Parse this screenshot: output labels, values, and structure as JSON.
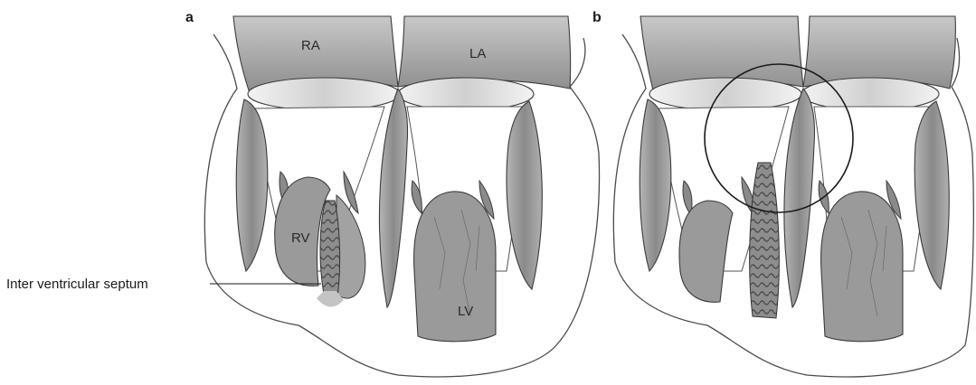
{
  "panels": [
    {
      "letter": "a",
      "chambers": {
        "right_atrium": "RA",
        "left_atrium": "LA",
        "right_ventricle": "RV",
        "left_ventricle": "LV"
      }
    },
    {
      "letter": "b"
    }
  ],
  "callout": {
    "label": "Inter ventricular septum"
  },
  "colors": {
    "tissue_fill": "#9c9c9c",
    "tissue_dark": "#6f6f6f",
    "outline": "#333333",
    "valve_ring": "#e6e6e6",
    "background": "#ffffff"
  }
}
